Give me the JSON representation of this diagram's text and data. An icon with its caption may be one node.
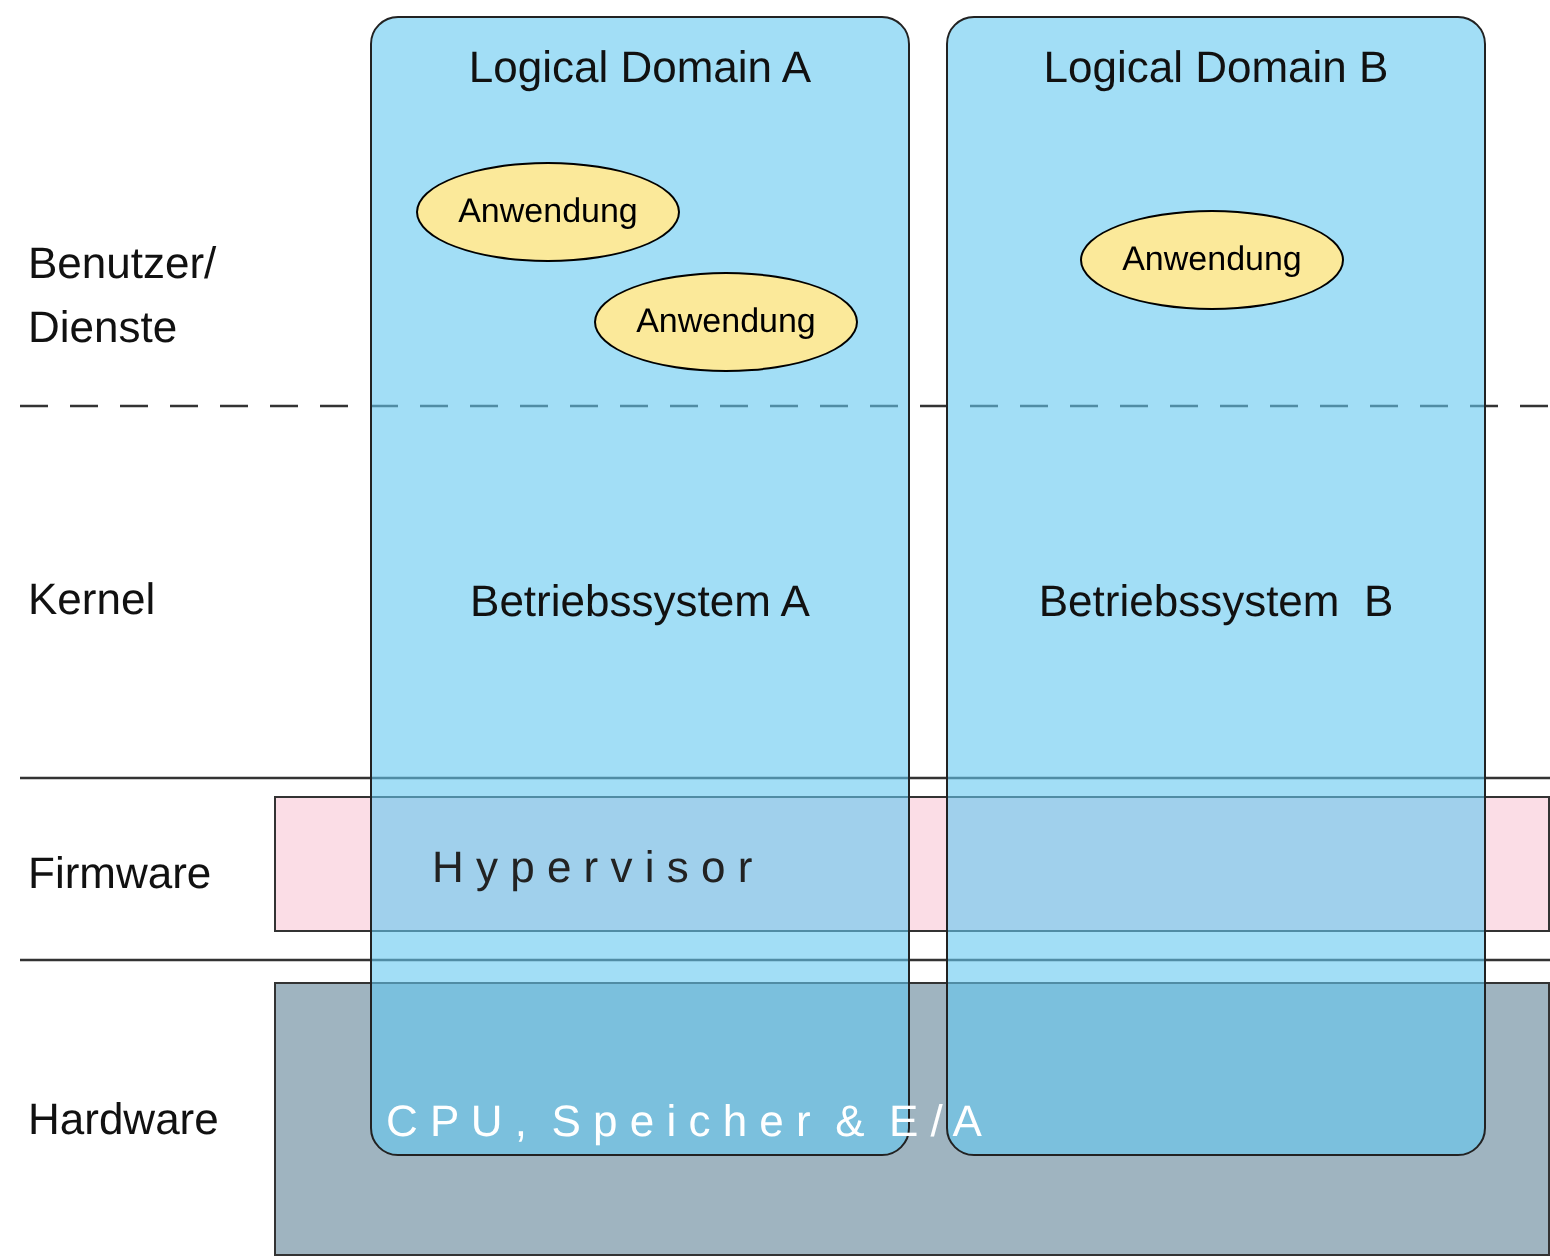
{
  "diagram": {
    "nodes": [
      {
        "text": [
          "H y p e r v i s o r"
        ]
      },
      {
        "text": [
          "C P U ,  S p e i c h e r  &  E / A"
        ]
      },
      {
        "text": [
          "Logical Domain A",
          "Betriebssystem A"
        ]
      },
      {
        "text": [
          "Anwendung"
        ],
        "in": 2
      },
      {
        "text": [
          "Anwendung"
        ],
        "in": 2
      },
      {
        "text": [
          "Logical Domain B",
          "Betriebssystem  B"
        ]
      },
      {
        "text": [
          "Anwendung"
        ],
        "in": 5
      }
    ],
    "edges": [],
    "labels": [
      "Benutzer/ Dienste",
      "Kernel",
      "Firmware",
      "Hardware"
    ]
  }
}
